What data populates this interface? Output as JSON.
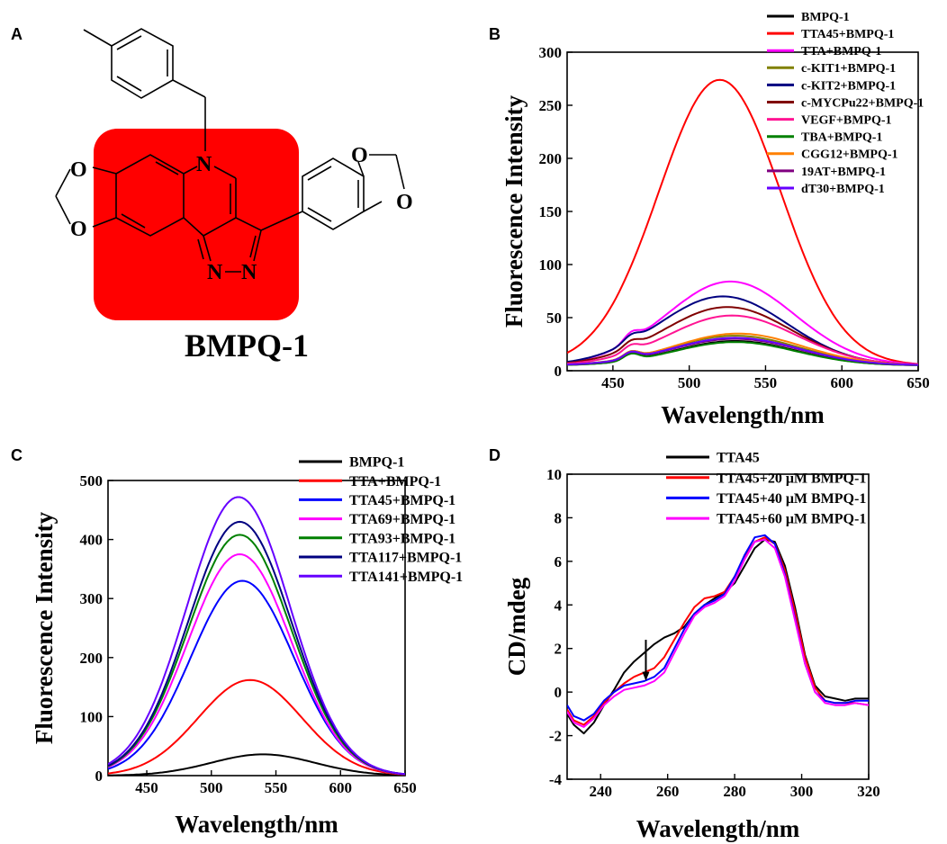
{
  "panels": {
    "a": {
      "letter": "A",
      "compound_name": "BMPQ-1",
      "atoms": {
        "n_top": "N",
        "o1": "O",
        "o2": "O",
        "o3": "O",
        "o4": "O",
        "n_pyr1": "N",
        "n_pyr2": "N"
      },
      "highlight_color": "#ff0000"
    },
    "b": {
      "letter": "B"
    },
    "c": {
      "letter": "C"
    },
    "d": {
      "letter": "D"
    }
  },
  "chart_data": [
    {
      "panel": "B",
      "type": "line",
      "title": "",
      "xlabel": "Wavelength/nm",
      "ylabel": "Fluorescence Intensity",
      "xlim": [
        420,
        650
      ],
      "ylim": [
        0,
        300
      ],
      "xticks": [
        450,
        500,
        550,
        600,
        650
      ],
      "yticks": [
        0,
        50,
        100,
        150,
        200,
        250,
        300
      ],
      "legend_position": "top-right",
      "grid": false,
      "series": [
        {
          "name": "BMPQ-1",
          "color": "#000000",
          "peak_x": 530,
          "peak_y": 28,
          "width": 40,
          "base": 5,
          "shoulder": 6
        },
        {
          "name": "TTA45+BMPQ-1",
          "color": "#ff0000",
          "peak_x": 520,
          "peak_y": 274,
          "width": 40,
          "base": 5,
          "shoulder": 0
        },
        {
          "name": "TTA+BMPQ-1",
          "color": "#ff00ff",
          "peak_x": 527,
          "peak_y": 84,
          "width": 42,
          "base": 5,
          "shoulder": 8
        },
        {
          "name": "c-KIT1+BMPQ-1",
          "color": "#808000",
          "peak_x": 530,
          "peak_y": 33,
          "width": 42,
          "base": 5,
          "shoulder": 6
        },
        {
          "name": "c-KIT2+BMPQ-1",
          "color": "#000080",
          "peak_x": 522,
          "peak_y": 70,
          "width": 42,
          "base": 5,
          "shoulder": 6
        },
        {
          "name": "c-MYCPu22+BMPQ-1",
          "color": "#800000",
          "peak_x": 525,
          "peak_y": 60,
          "width": 42,
          "base": 5,
          "shoulder": 6
        },
        {
          "name": "VEGF+BMPQ-1",
          "color": "#ff1493",
          "peak_x": 528,
          "peak_y": 52,
          "width": 42,
          "base": 5,
          "shoulder": 6
        },
        {
          "name": "TBA+BMPQ-1",
          "color": "#008000",
          "peak_x": 530,
          "peak_y": 27,
          "width": 40,
          "base": 5,
          "shoulder": 6
        },
        {
          "name": "CGG12+BMPQ-1",
          "color": "#ff8000",
          "peak_x": 532,
          "peak_y": 35,
          "width": 42,
          "base": 5,
          "shoulder": 6
        },
        {
          "name": "19AT+BMPQ-1",
          "color": "#800080",
          "peak_x": 530,
          "peak_y": 30,
          "width": 42,
          "base": 5,
          "shoulder": 6
        },
        {
          "name": "dT30+BMPQ-1",
          "color": "#6600ff",
          "peak_x": 530,
          "peak_y": 31,
          "width": 42,
          "base": 5,
          "shoulder": 6
        }
      ]
    },
    {
      "panel": "C",
      "type": "line",
      "title": "",
      "xlabel": "Wavelength/nm",
      "ylabel": "Fluorescence Intensity",
      "xlim": [
        420,
        650
      ],
      "ylim": [
        0,
        500
      ],
      "xticks": [
        450,
        500,
        550,
        600,
        650
      ],
      "yticks": [
        0,
        100,
        200,
        300,
        400,
        500
      ],
      "legend_position": "top-right",
      "grid": false,
      "series": [
        {
          "name": "BMPQ-1",
          "color": "#000000",
          "peak_x": 540,
          "peak_y": 36,
          "width": 40,
          "base": 0
        },
        {
          "name": "TTA+BMPQ-1",
          "color": "#ff0000",
          "peak_x": 530,
          "peak_y": 162,
          "width": 40,
          "base": 0
        },
        {
          "name": "TTA45+BMPQ-1",
          "color": "#0000ff",
          "peak_x": 524,
          "peak_y": 330,
          "width": 40,
          "base": 0
        },
        {
          "name": "TTA69+BMPQ-1",
          "color": "#ff00ff",
          "peak_x": 522,
          "peak_y": 375,
          "width": 40,
          "base": 0
        },
        {
          "name": "TTA93+BMPQ-1",
          "color": "#008000",
          "peak_x": 522,
          "peak_y": 408,
          "width": 40,
          "base": 0
        },
        {
          "name": "TTA117+BMPQ-1",
          "color": "#000080",
          "peak_x": 522,
          "peak_y": 430,
          "width": 40,
          "base": 0
        },
        {
          "name": "TTA141+BMPQ-1",
          "color": "#6600ff",
          "peak_x": 521,
          "peak_y": 472,
          "width": 40,
          "base": 0
        }
      ]
    },
    {
      "panel": "D",
      "type": "line",
      "title": "",
      "xlabel": "Wavelength/nm",
      "ylabel": "CD/mdeg",
      "xlim": [
        230,
        320
      ],
      "ylim": [
        -4,
        10
      ],
      "xticks": [
        240,
        260,
        280,
        300,
        320
      ],
      "yticks": [
        -4,
        -2,
        0,
        2,
        4,
        6,
        8,
        10
      ],
      "legend_position": "top-right",
      "grid": false,
      "arrow": {
        "x": 253.5,
        "y_from": 2.4,
        "y_to": 0.6
      },
      "series": [
        {
          "name": "TTA45",
          "color": "#000000",
          "x": [
            230,
            232,
            235,
            238,
            241,
            244,
            247,
            250,
            253,
            256,
            259,
            262,
            265,
            268,
            271,
            274,
            277,
            280,
            283,
            286,
            289,
            292,
            295,
            298,
            301,
            304,
            307,
            310,
            313,
            316,
            320
          ],
          "y": [
            -1.0,
            -1.5,
            -1.9,
            -1.4,
            -0.6,
            0.1,
            0.9,
            1.4,
            1.8,
            2.2,
            2.5,
            2.7,
            3.0,
            3.6,
            4.0,
            4.3,
            4.6,
            5.0,
            5.8,
            6.6,
            7.0,
            6.9,
            5.8,
            3.9,
            1.7,
            0.3,
            -0.2,
            -0.3,
            -0.4,
            -0.3,
            -0.3
          ]
        },
        {
          "name": "TTA45+20 μM BMPQ-1",
          "color": "#ff0000",
          "x": [
            230,
            232,
            235,
            238,
            241,
            244,
            247,
            250,
            253,
            256,
            259,
            262,
            265,
            268,
            271,
            274,
            277,
            280,
            283,
            286,
            289,
            292,
            295,
            298,
            301,
            304,
            307,
            310,
            313,
            316,
            320
          ],
          "y": [
            -0.8,
            -1.3,
            -1.5,
            -1.1,
            -0.5,
            0.0,
            0.4,
            0.7,
            0.9,
            1.1,
            1.6,
            2.4,
            3.2,
            3.9,
            4.3,
            4.4,
            4.6,
            5.3,
            6.2,
            6.9,
            7.1,
            6.8,
            5.6,
            3.7,
            1.6,
            0.2,
            -0.4,
            -0.5,
            -0.5,
            -0.5,
            -0.6
          ]
        },
        {
          "name": "TTA45+40 μM BMPQ-1",
          "color": "#0000ff",
          "x": [
            230,
            232,
            235,
            238,
            241,
            244,
            247,
            250,
            253,
            256,
            259,
            262,
            265,
            268,
            271,
            274,
            277,
            280,
            283,
            286,
            289,
            292,
            295,
            298,
            301,
            304,
            307,
            310,
            313,
            316,
            320
          ],
          "y": [
            -0.6,
            -1.1,
            -1.3,
            -1.0,
            -0.4,
            0.0,
            0.3,
            0.4,
            0.5,
            0.7,
            1.1,
            2.0,
            2.9,
            3.6,
            4.0,
            4.2,
            4.5,
            5.3,
            6.3,
            7.1,
            7.2,
            6.8,
            5.4,
            3.4,
            1.3,
            0.0,
            -0.4,
            -0.5,
            -0.5,
            -0.4,
            -0.4
          ]
        },
        {
          "name": "TTA45+60 μM BMPQ-1",
          "color": "#ff00ff",
          "x": [
            230,
            232,
            235,
            238,
            241,
            244,
            247,
            250,
            253,
            256,
            259,
            262,
            265,
            268,
            271,
            274,
            277,
            280,
            283,
            286,
            289,
            292,
            295,
            298,
            301,
            304,
            307,
            310,
            313,
            316,
            320
          ],
          "y": [
            -0.9,
            -1.4,
            -1.6,
            -1.2,
            -0.6,
            -0.2,
            0.1,
            0.2,
            0.3,
            0.5,
            0.9,
            1.8,
            2.7,
            3.5,
            3.9,
            4.1,
            4.4,
            5.1,
            6.1,
            6.9,
            7.0,
            6.6,
            5.3,
            3.3,
            1.3,
            0.0,
            -0.5,
            -0.6,
            -0.6,
            -0.5,
            -0.6
          ]
        }
      ]
    }
  ]
}
